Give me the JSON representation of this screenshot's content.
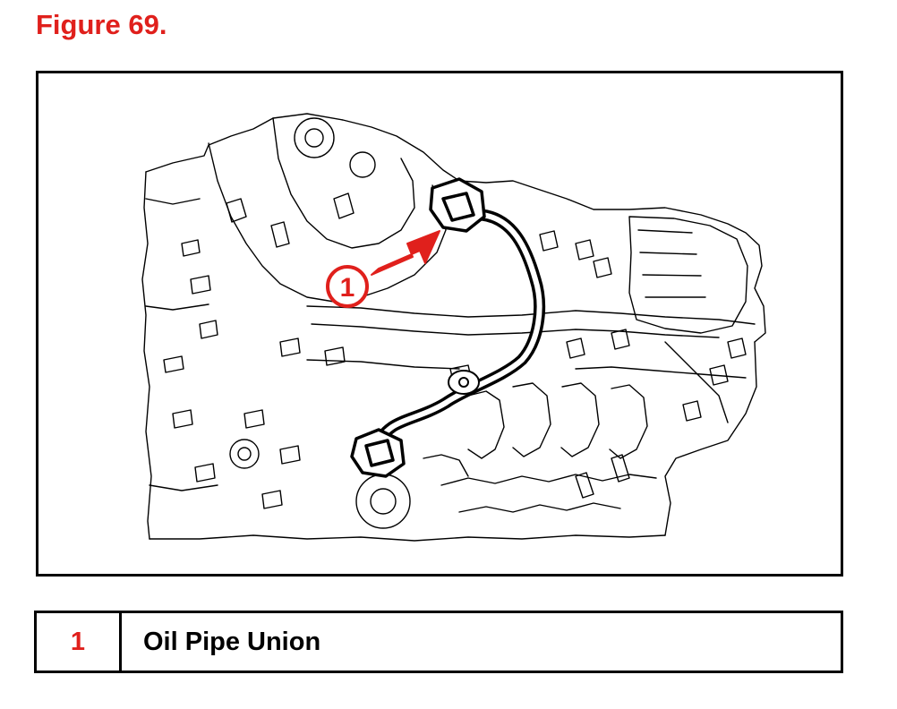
{
  "figure": {
    "title": "Figure 69."
  },
  "callout": {
    "number": "1"
  },
  "legend": {
    "rows": [
      {
        "number": "1",
        "label": "Oil Pipe Union"
      }
    ]
  },
  "colors": {
    "accent_red": "#e0201c",
    "line_black": "#000000",
    "background": "#ffffff"
  }
}
